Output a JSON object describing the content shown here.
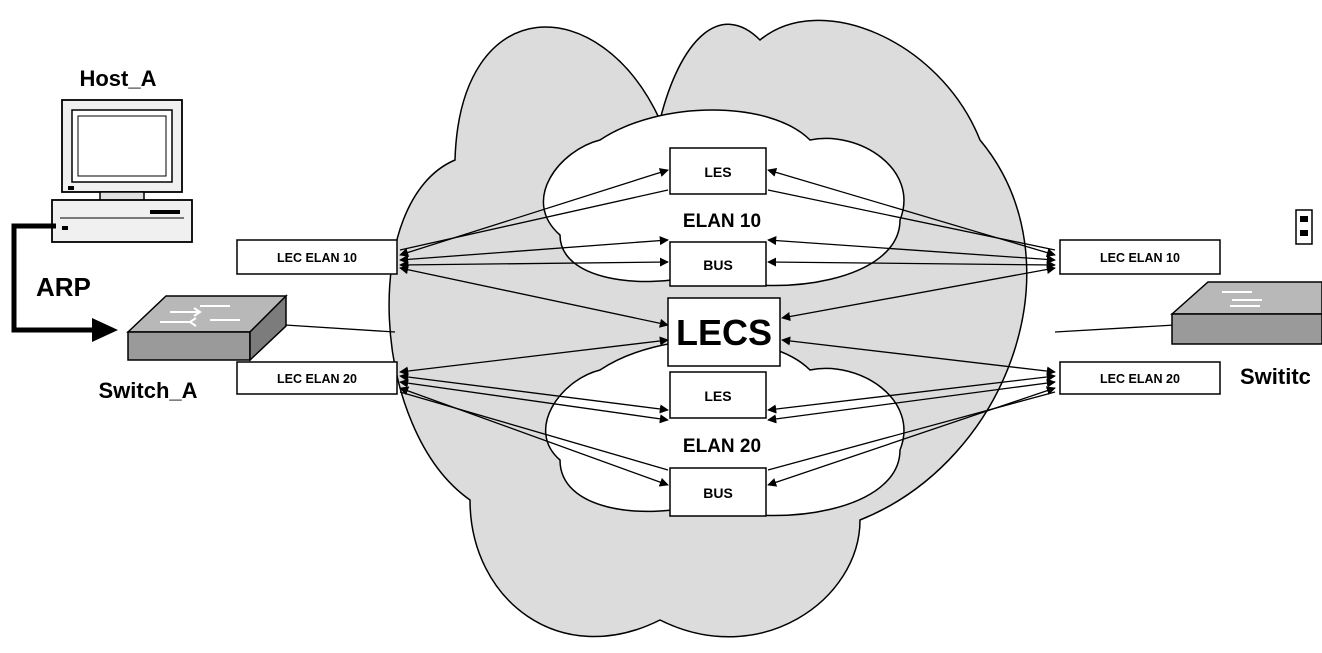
{
  "labels": {
    "host_a": "Host_A",
    "arp": "ARP",
    "switch_a": "Switch_A",
    "switch_right": "Swititc",
    "lec_elan10_left": "LEC ELAN 10",
    "lec_elan20_left": "LEC ELAN 20",
    "lec_elan10_right": "LEC ELAN 10",
    "lec_elan20_right": "LEC ELAN 20",
    "les_top": "LES",
    "bus_top": "BUS",
    "elan10": "ELAN 10",
    "lecs": "LECS",
    "les_bottom": "LES",
    "bus_bottom": "BUS",
    "elan20": "ELAN 20"
  },
  "colors": {
    "cloud_fill": "#dcdcdc",
    "inner_cloud_fill": "#ffffff",
    "switch_top": "#b8b8b8",
    "switch_side": "#8a8a8a",
    "line": "#000000"
  }
}
